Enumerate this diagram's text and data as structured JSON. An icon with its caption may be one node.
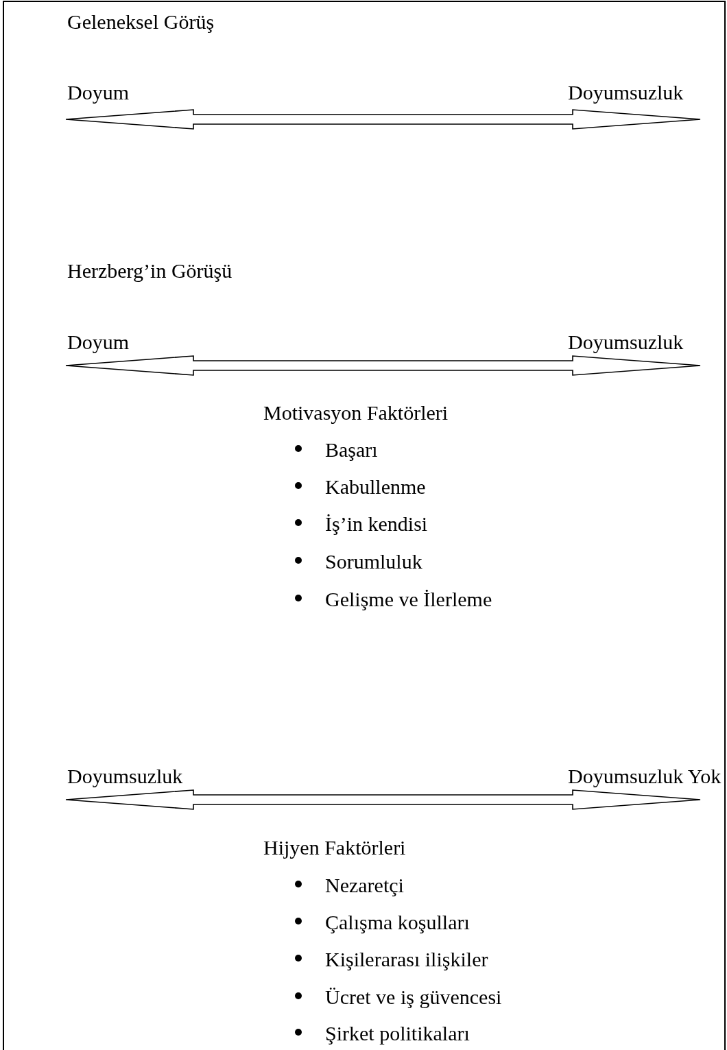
{
  "diagram": {
    "nodes": [
      {
        "text": [
          "Doyum"
        ]
      },
      {
        "text": [
          "Doyumsuzluk"
        ]
      },
      {
        "text": [
          "Doyum"
        ]
      },
      {
        "text": [
          "Doyumsuzluk"
        ]
      },
      {
        "text": [
          "Doyumsuzluk"
        ]
      },
      {
        "text": [
          "Doyumsuzluk Yok"
        ]
      }
    ],
    "edges": [
      {
        "from": 0,
        "to": 1,
        "arrow": "both"
      },
      {
        "from": 2,
        "to": 3,
        "arrow": "both"
      },
      {
        "from": 4,
        "to": 5,
        "arrow": "both"
      }
    ],
    "labels": [
      "Geleneksel Görüş",
      "Herzberg’in Görüşü",
      "Motivasyon Faktörleri",
      "Başarı",
      "Kabullenme",
      "İş’in kendisi",
      "Sorumluluk",
      "Gelişme ve İlerleme",
      "Hijyen Faktörleri",
      "Nezaretçi",
      "Çalışma koşulları",
      "Kişilerarası ilişkiler",
      "Ücret ve iş güvencesi",
      "Şirket politikaları"
    ]
  }
}
